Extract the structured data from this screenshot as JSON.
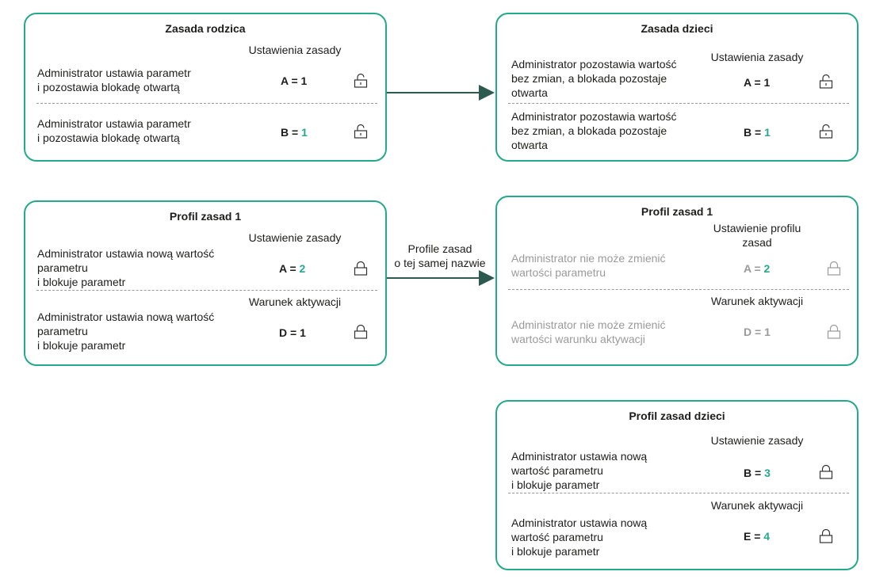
{
  "parent_policy": {
    "title": "Zasada rodzica",
    "settings_header": "Ustawienia zasady",
    "rows": [
      {
        "desc_line1": "Administrator ustawia parametr",
        "desc_line2": "i pozostawia blokadę otwartą",
        "var": "A =",
        "num": "1",
        "lock": "open"
      },
      {
        "desc_line1": "Administrator ustawia parametr",
        "desc_line2": "i pozostawia blokadę otwartą",
        "var": "B =",
        "num": "1",
        "lock": "open"
      }
    ]
  },
  "child_policy": {
    "title": "Zasada dzieci",
    "settings_header": "Ustawienia zasady",
    "rows": [
      {
        "desc_line1": "Administrator pozostawia wartość",
        "desc_line2": "bez zmian, a blokada pozostaje",
        "desc_line3": "otwarta",
        "var": "A =",
        "num": "1",
        "lock": "open"
      },
      {
        "desc_line1": "Administrator pozostawia wartość",
        "desc_line2": "bez zmian, a blokada pozostaje",
        "desc_line3": "otwarta",
        "var": "B =",
        "num": "1",
        "lock": "open"
      }
    ]
  },
  "profile_1": {
    "title": "Profil zasad 1",
    "settings_header": "Ustawienie zasady",
    "condition_header": "Warunek aktywacji",
    "rows": [
      {
        "desc_line1": "Administrator ustawia nową wartość",
        "desc_line2": "parametru",
        "desc_line3": " i blokuje parametr",
        "var": "A =",
        "num": "2",
        "lock": "closed"
      },
      {
        "desc_line1": "Administrator ustawia nową wartość",
        "desc_line2": "parametru",
        "desc_line3": " i blokuje parametr",
        "var": "D =",
        "num": "1",
        "lock": "closed"
      }
    ]
  },
  "child_profile_1": {
    "title": "Profil zasad 1",
    "settings_header_line1": "Ustawienie profilu",
    "settings_header_line2": "zasad",
    "condition_header": "Warunek aktywacji",
    "rows": [
      {
        "desc_line1": "Administrator nie może zmienić",
        "desc_line2": "wartości parametru",
        "var": "A =",
        "num": "2",
        "lock": "closed"
      },
      {
        "desc_line1": "Administrator nie może zmienić",
        "desc_line2": "wartości warunku aktywacji",
        "var": "D =",
        "num": "1",
        "lock": "closed"
      }
    ]
  },
  "child_profile": {
    "title": "Profil zasad dzieci",
    "settings_header": "Ustawienie zasady",
    "condition_header": "Warunek aktywacji",
    "rows": [
      {
        "desc_line1": "Administrator ustawia nową",
        "desc_line2": "wartość parametru",
        "desc_line3": " i blokuje parametr",
        "var": "B =",
        "num": "3",
        "lock": "closed"
      },
      {
        "desc_line1": "Administrator ustawia nową",
        "desc_line2": "wartość parametru",
        "desc_line3": " i blokuje parametr",
        "var": "E =",
        "num": "4",
        "lock": "closed"
      }
    ]
  },
  "arrow_label": {
    "line1": "Profile zasad",
    "line2": "o tej samej nazwie"
  },
  "colors": {
    "accent": "#23a98b",
    "text": "#1d1d1b",
    "muted": "#9a9a9a",
    "arrow": "#2d5a4f"
  },
  "icons": {
    "open": "unlocked-padlock-icon",
    "closed": "locked-padlock-icon"
  }
}
